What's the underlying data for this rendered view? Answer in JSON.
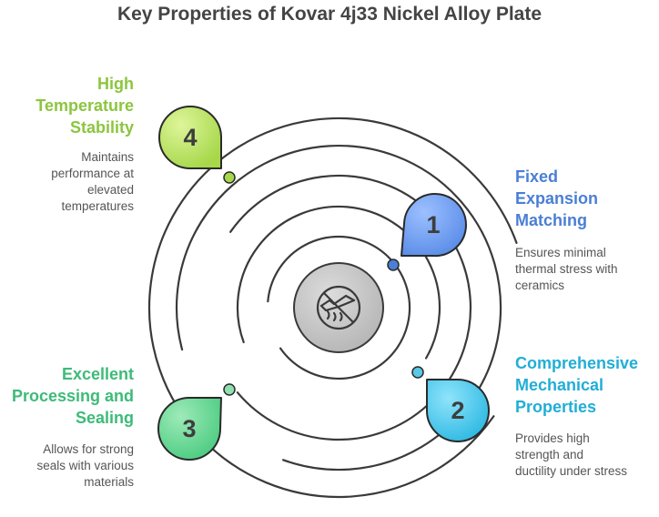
{
  "title": "Key Properties of Kovar 4j33 Nickel Alloy Plate",
  "center_icon": "alloy-heat-icon",
  "colors": {
    "item1": "#4a7fd6",
    "item2": "#21aed6",
    "item3": "#3dbb78",
    "item4": "#8cc53f",
    "rings": "#3a3a3a",
    "center": "#c4c4c4"
  },
  "items": [
    {
      "number": "1",
      "title": "Fixed\nExpansion\nMatching",
      "description": "Ensures minimal\nthermal stress with\nceramics"
    },
    {
      "number": "2",
      "title": "Comprehensive\nMechanical\nProperties",
      "description": "Provides high\nstrength and\nductility under stress"
    },
    {
      "number": "3",
      "title": "Excellent\nProcessing and\nSealing",
      "description": "Allows for strong\nseals with various\nmaterials"
    },
    {
      "number": "4",
      "title": "High\nTemperature\nStability",
      "description": "Maintains\nperformance at\nelevated\ntemperatures"
    }
  ]
}
